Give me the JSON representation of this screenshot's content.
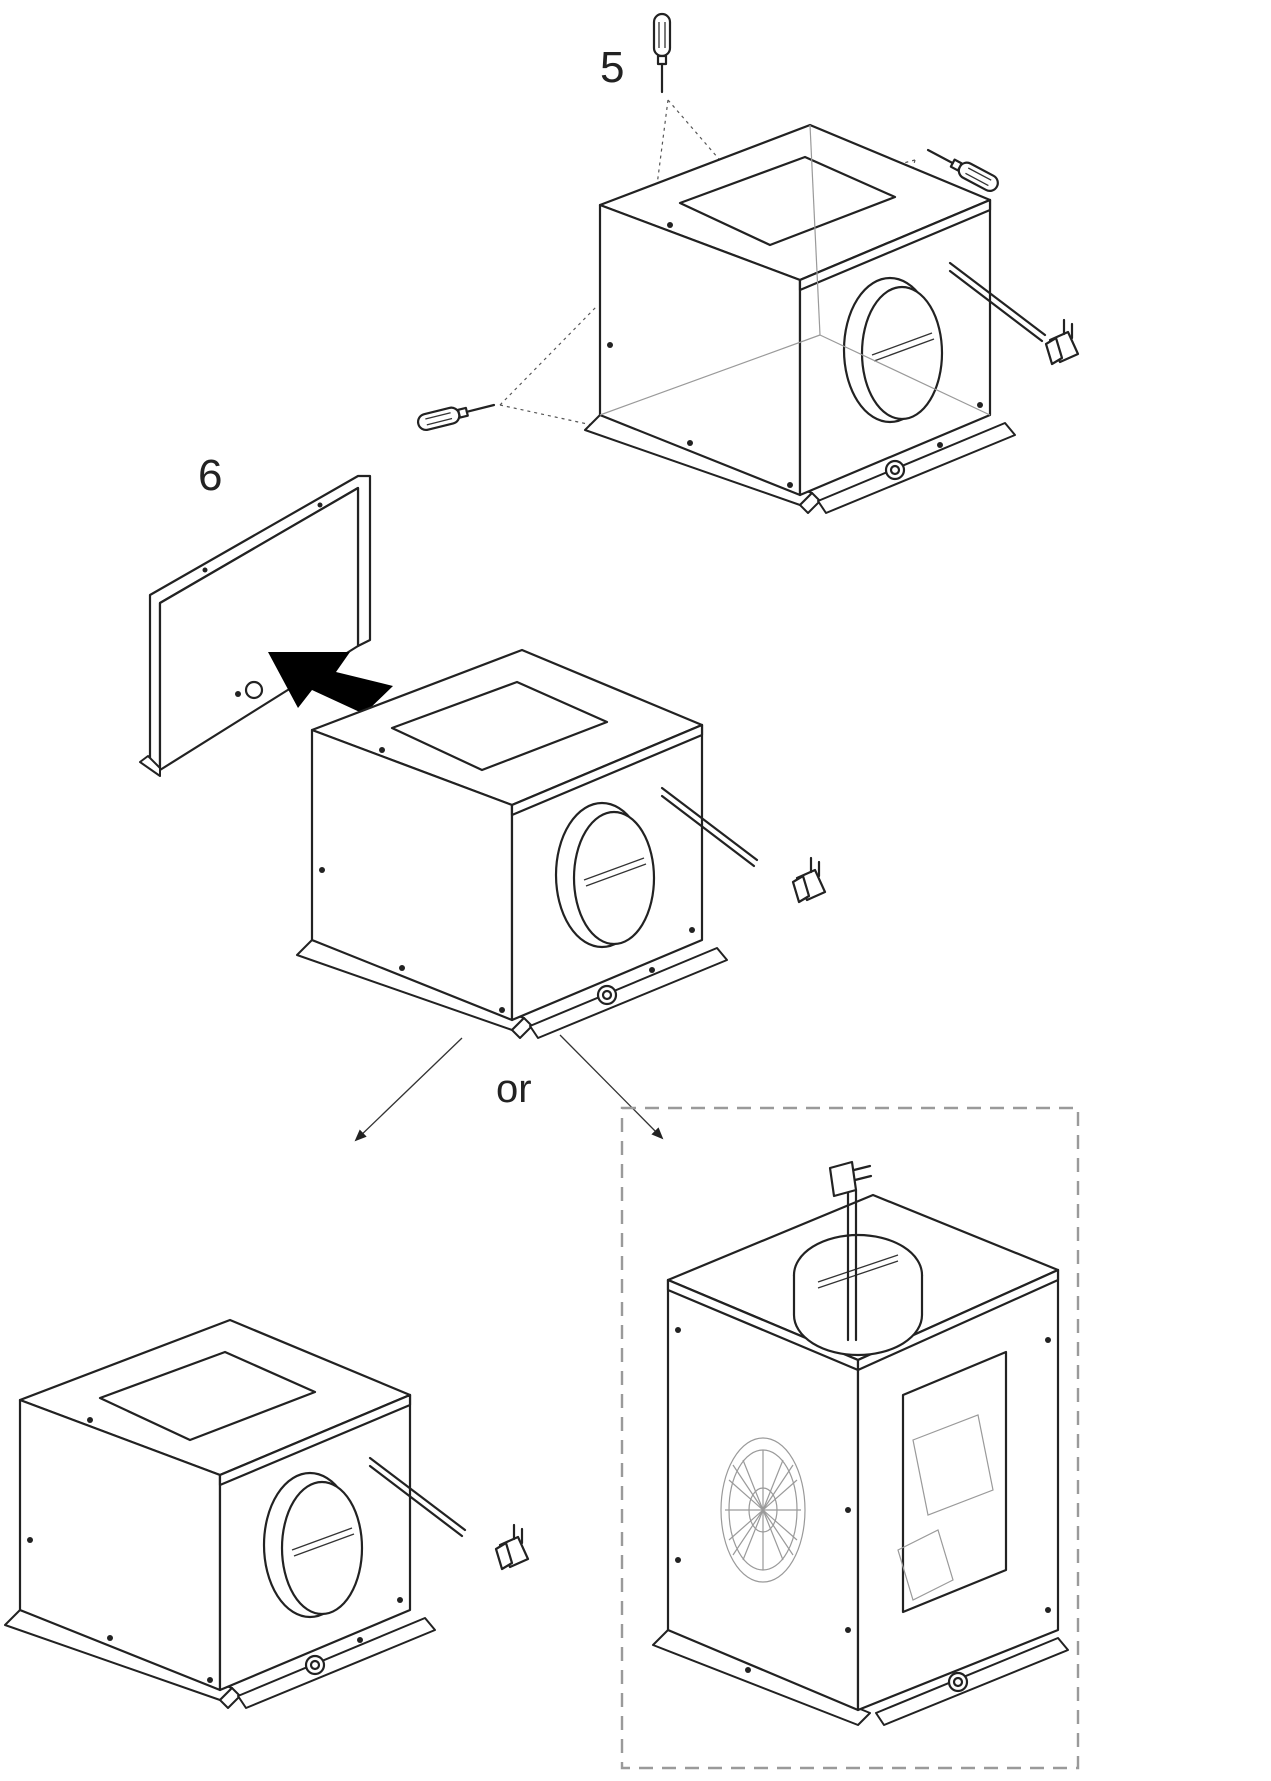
{
  "labels": {
    "step_5": "5",
    "step_6": "6",
    "or": "or"
  },
  "colors": {
    "line": "#222222",
    "frame": "#9a9a9a",
    "arrow": "#000000"
  }
}
